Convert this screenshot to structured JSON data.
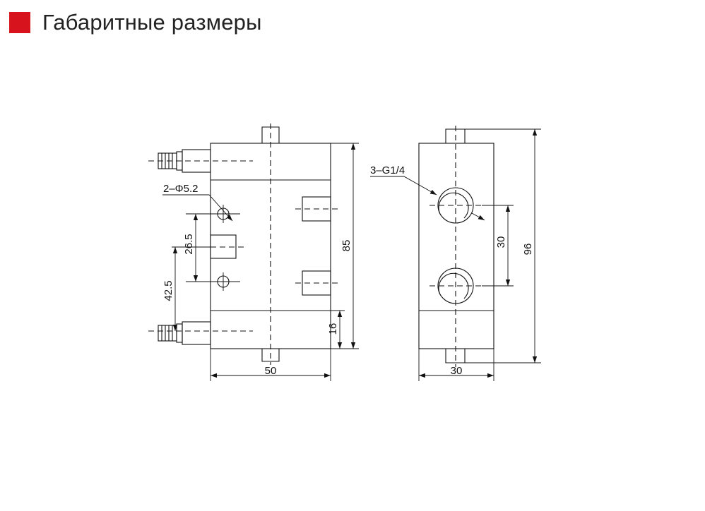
{
  "header": {
    "title": "Габаритные размеры",
    "marker_color": "#d7141e"
  },
  "front_view": {
    "dim_width": "50",
    "dim_height": "85",
    "dim_bottom": "16",
    "dim_hole_spacing": "26.5",
    "dim_lower": "42.5",
    "dim_hole_dia": "2–Φ5.2"
  },
  "side_view": {
    "dim_width": "30",
    "dim_height": "96",
    "dim_port_spacing": "30",
    "dim_ports": "3–G1/4"
  }
}
